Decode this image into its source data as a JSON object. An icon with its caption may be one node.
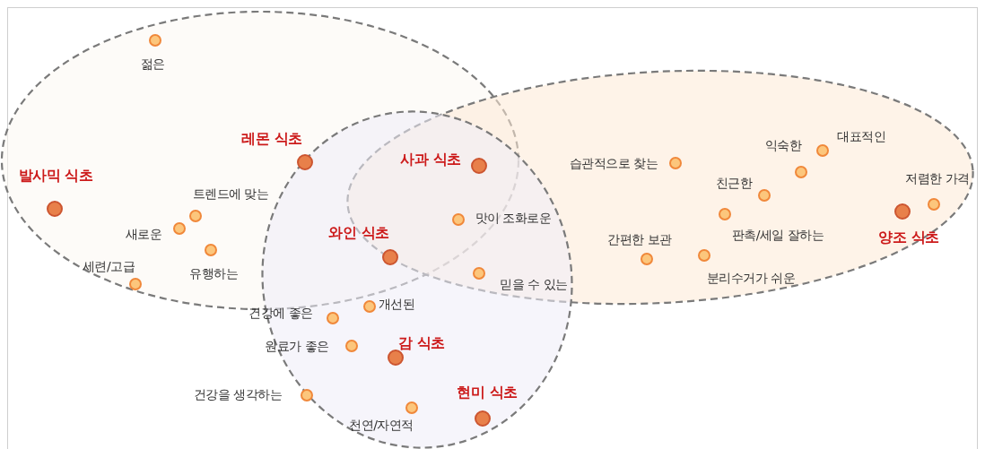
{
  "diagram": {
    "labels": [
      "젊은",
      "레몬 식초",
      "대표적인",
      "익숙한",
      "사과 식초",
      "습관적으로 찾는",
      "발사믹 식초",
      "친근한",
      "저렴한 가격",
      "트렌드에 맞는",
      "맛이 조화로운",
      "새로운",
      "와인 식초",
      "간편한 보관",
      "판촉/세일 잘하는",
      "양조 식초",
      "유행하는",
      "세련/고급",
      "믿을 수 있는",
      "분리수거가 쉬운",
      "개선된",
      "건강에 좋은",
      "원료가 좋은",
      "감 식초",
      "건강을 생각하는",
      "현미 식초",
      "천연/자연적"
    ]
  }
}
